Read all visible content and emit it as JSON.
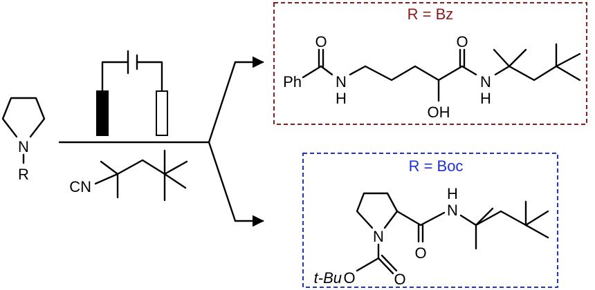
{
  "reactant": {
    "atom_n": "N",
    "atom_r": "R"
  },
  "reagent": {
    "atom_cn": "CN"
  },
  "product_bz": {
    "title": "R = Bz",
    "title_color": "#8B1A1A",
    "border_color": "#8B1A1A",
    "atom_o1": "O",
    "atom_o2": "O",
    "atom_ph": "Ph",
    "atom_n1": "N",
    "atom_h1": "H",
    "atom_n2": "N",
    "atom_h2": "H",
    "atom_oh": "OH"
  },
  "product_boc": {
    "title": "R = Boc",
    "title_color": "#1F2FD6",
    "border_color": "#1F2FD6",
    "atom_h": "H",
    "atom_n_amide": "N",
    "atom_n_ring": "N",
    "atom_o_amide": "O",
    "atom_tbu": "t-Bu",
    "atom_o_ester": "O",
    "atom_o_carbonyl": "O"
  }
}
